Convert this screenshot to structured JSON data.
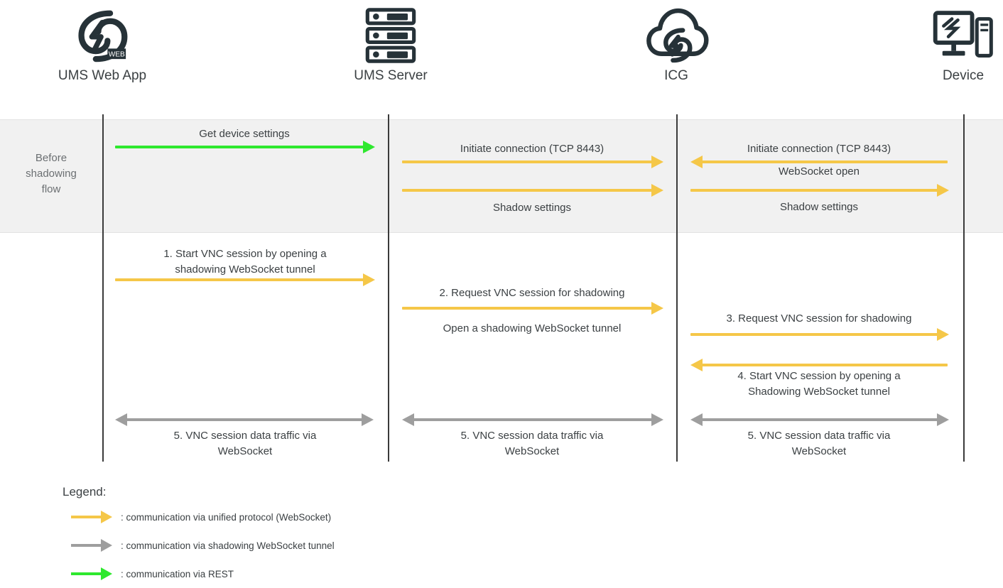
{
  "diagram": {
    "title": "VNC shadowing sequence diagram",
    "colors": {
      "unified_protocol": "#f5c748",
      "shadowing_tunnel": "#9e9e9e",
      "rest": "#4ce64c",
      "lifeline": "#3b3b3b",
      "band_background": "#f1f1f1",
      "text": "#3b4043"
    }
  },
  "actors": [
    {
      "id": "ums-web-app",
      "label": "UMS Web App",
      "icon": "ums-web-app-logo-icon"
    },
    {
      "id": "ums-server",
      "label": "UMS Server",
      "icon": "server-rack-icon"
    },
    {
      "id": "icg",
      "label": "ICG",
      "icon": "cloud-gateway-icon"
    },
    {
      "id": "device",
      "label": "Device",
      "icon": "desktop-computer-icon"
    }
  ],
  "band": {
    "label": "Before\nshadowing\nflow",
    "label_lines": [
      "Before",
      "shadowing",
      "flow"
    ]
  },
  "messages": [
    {
      "id": "get-device-settings",
      "text": "Get device settings",
      "type": "rest",
      "direction": "right"
    },
    {
      "id": "initiate-connection-1",
      "text": "Initiate connection (TCP 8443)",
      "type": "unified",
      "direction": "right"
    },
    {
      "id": "shadow-settings-1",
      "text": "Shadow settings",
      "type": "unified",
      "direction": "right"
    },
    {
      "id": "initiate-connection-2",
      "text": "Initiate connection (TCP 8443)",
      "type": "unified",
      "direction": "left"
    },
    {
      "id": "websocket-open",
      "text": "WebSocket open",
      "type": "unified",
      "direction": "left"
    },
    {
      "id": "shadow-settings-2",
      "text": "Shadow settings",
      "type": "unified",
      "direction": "right"
    },
    {
      "id": "step-1",
      "text": "1.   Start VNC session by opening a\nshadowing WebSocket tunnel",
      "type": "unified",
      "direction": "right"
    },
    {
      "id": "step-2",
      "text": "2.   Request VNC session for shadowing",
      "type": "unified",
      "direction": "right"
    },
    {
      "id": "step-2-sub",
      "text": "Open a shadowing WebSocket tunnel",
      "type": "note",
      "direction": "none"
    },
    {
      "id": "step-3",
      "text": "3.   Request VNC session for shadowing",
      "type": "unified",
      "direction": "right"
    },
    {
      "id": "step-4",
      "text": "4.   Start VNC session by opening a\nShadowing WebSocket tunnel",
      "type": "unified",
      "direction": "left"
    },
    {
      "id": "step-5-a",
      "text": "5.   VNC session data traffic via\nWebSocket",
      "type": "shadowing",
      "direction": "both"
    },
    {
      "id": "step-5-b",
      "text": "5.   VNC session data traffic via\nWebSocket",
      "type": "shadowing",
      "direction": "both"
    },
    {
      "id": "step-5-c",
      "text": "5.   VNC session data traffic via\nWebSocket",
      "type": "shadowing",
      "direction": "both"
    }
  ],
  "legend": {
    "title": "Legend:",
    "items": [
      {
        "id": "legend-unified",
        "color": "#f5c748",
        "text": ": communication via unified protocol (WebSocket)"
      },
      {
        "id": "legend-shadowing",
        "color": "#9e9e9e",
        "text": ": communication via shadowing WebSocket tunnel"
      },
      {
        "id": "legend-rest",
        "color": "#2ee82e",
        "text": ": communication via REST"
      }
    ]
  }
}
